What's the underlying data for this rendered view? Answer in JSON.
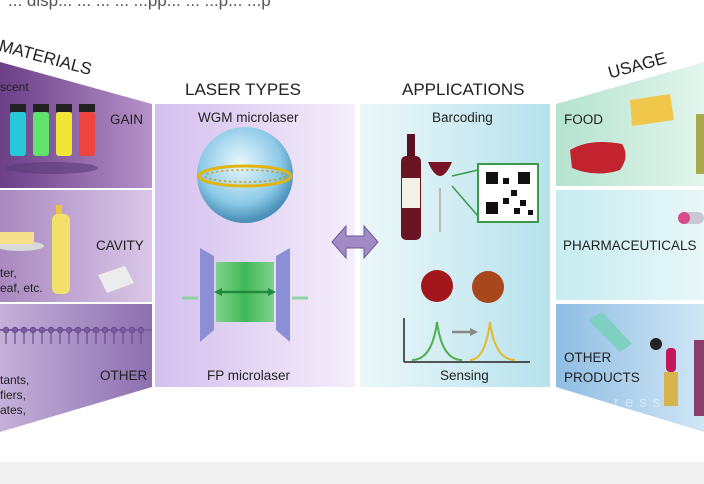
{
  "caption_fragment": "... disp... ... ... ... ...pp... ... ...p... ...p",
  "sections": {
    "materials": "MATERIALS",
    "laser_types": "LASER TYPES",
    "applications": "APPLICATIONS",
    "usage": "USAGE"
  },
  "materials": {
    "gain": "GAIN",
    "gain_note": "scent",
    "cavity": "CAVITY",
    "cavity_note_1": "ter,",
    "cavity_note_2": "eaf, etc.",
    "other": "OTHER",
    "other_note_1": "tants,",
    "other_note_2": "fiers,",
    "other_note_3": "ates,"
  },
  "laser_types": {
    "wgm": "WGM microlaser",
    "fp": "FP microlaser"
  },
  "applications": {
    "barcoding": "Barcoding",
    "sensing": "Sensing"
  },
  "usage": {
    "food": "FOOD",
    "pharma": "PHARMACEUTICALS",
    "other_line1": "OTHER",
    "other_line2": "PRODUCTS"
  },
  "watermark": "ress",
  "colors": {
    "gain_purple": "#8e6aa8",
    "laser_lavender": "#d9c7ef",
    "apps_cyan": "#bfe6ee",
    "usage_green": "#cfeede",
    "usage_blue": "#9fc6e8"
  }
}
